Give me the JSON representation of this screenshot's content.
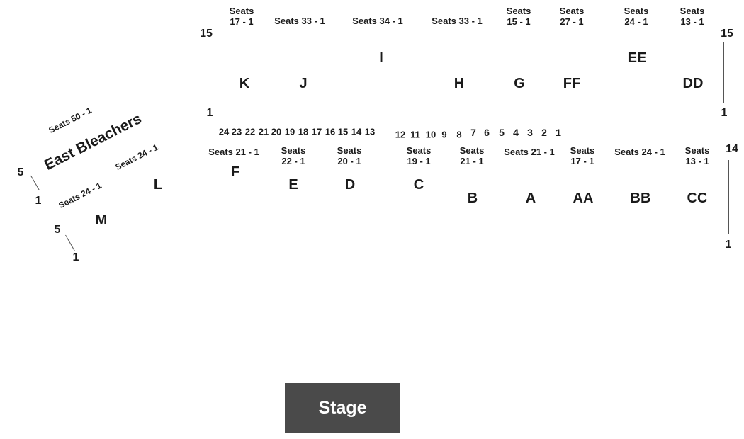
{
  "seat_ranges_top": [
    {
      "l1": "Seats",
      "l2": "17 - 1"
    },
    {
      "l1": "Seats 33 - 1",
      "l2": ""
    },
    {
      "l1": "Seats 34 - 1",
      "l2": ""
    },
    {
      "l1": "Seats 33 - 1",
      "l2": ""
    },
    {
      "l1": "Seats",
      "l2": "15 - 1"
    },
    {
      "l1": "Seats",
      "l2": "27 - 1"
    },
    {
      "l1": "Seats",
      "l2": "24 - 1"
    },
    {
      "l1": "Seats",
      "l2": "13 - 1"
    }
  ],
  "seat_ranges_bottom": [
    {
      "l1": "Seats 21 - 1",
      "l2": ""
    },
    {
      "l1": "Seats",
      "l2": "22 - 1"
    },
    {
      "l1": "Seats",
      "l2": "20 - 1"
    },
    {
      "l1": "Seats",
      "l2": "19 - 1"
    },
    {
      "l1": "Seats",
      "l2": "21 - 1"
    },
    {
      "l1": "Seats 21 - 1",
      "l2": ""
    },
    {
      "l1": "Seats",
      "l2": "17 - 1"
    },
    {
      "l1": "Seats 24 - 1",
      "l2": ""
    },
    {
      "l1": "Seats",
      "l2": "13 - 1"
    }
  ],
  "sections_top": [
    "I",
    "EE",
    "K",
    "J",
    "H",
    "G",
    "FF",
    "DD"
  ],
  "sections_bottom": [
    "F",
    "E",
    "D",
    "C",
    "B",
    "A",
    "AA",
    "BB",
    "CC"
  ],
  "sections_west": [
    "L",
    "M"
  ],
  "row_numbers": [
    "24",
    "23",
    "22",
    "21",
    "20",
    "19",
    "18",
    "17",
    "16",
    "15",
    "14",
    "13",
    "12",
    "11",
    "10",
    "9",
    "8",
    "7",
    "6",
    "5",
    "4",
    "3",
    "2",
    "1"
  ],
  "row_ends": {
    "left_top": "15",
    "left_bottom": "1",
    "right_top": "15",
    "right_bottom": "1",
    "far_right_top": "14",
    "far_right_bottom": "1"
  },
  "bleachers": {
    "title": "East Bleachers",
    "seats_top": "Seats 50 - 1",
    "seats_right": "Seats 24 - 1",
    "seats_left": "Seats 24 - 1",
    "row_upper_top": "5",
    "row_upper_bottom": "1",
    "row_lower_top": "5",
    "row_lower_bottom": "1"
  },
  "stage_label": "Stage",
  "colors": {
    "stage_bg": "#4a4a4a",
    "stage_text": "#ffffff",
    "text": "#1a1a1a"
  }
}
